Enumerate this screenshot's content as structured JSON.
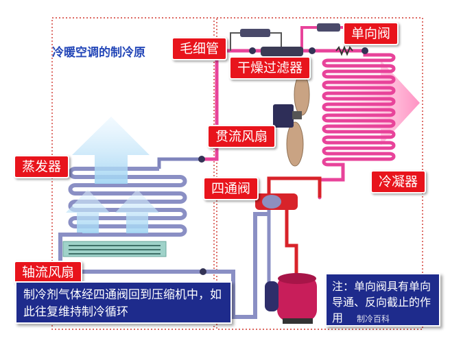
{
  "title": "冷暖空调的制冷原",
  "labels": {
    "capillary": "毛细管",
    "dryer_filter": "干燥过滤器",
    "check_valve": "单向阀",
    "crossflow_fan": "贯流风扇",
    "evaporator": "蒸发器",
    "four_way_valve": "四通阀",
    "condenser": "冷凝器",
    "axial_fan": "轴流风扇"
  },
  "notes": {
    "cycle": "制冷剂气体经四通阀回到压缩机中，如此往复维持制冷循环",
    "check_valve_note": "注：单向阀具有单向导通、反向截止的作用"
  },
  "watermark": "制冷百科",
  "colors": {
    "label_red": "#e8141c",
    "note_navy": "#1e2b8c",
    "title_blue": "#2447b8",
    "hot_pipe": "#e8439a",
    "cold_pipe": "#8a8fc4",
    "red_pipe": "#d8232a"
  }
}
